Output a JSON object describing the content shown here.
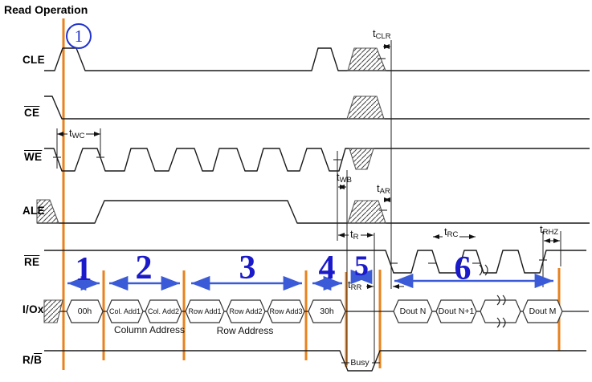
{
  "title": "Read Operation",
  "badge": {
    "label": "1"
  },
  "signals": {
    "cle": {
      "plain": "CLE",
      "over": ""
    },
    "ce": {
      "plain": "",
      "over": "CE"
    },
    "we": {
      "plain": "",
      "over": "WE"
    },
    "ale": {
      "plain": "ALE",
      "over": ""
    },
    "re": {
      "plain": "",
      "over": "RE"
    },
    "iox": {
      "plain": "I/Ox",
      "over": ""
    },
    "rb": {
      "plain": "R/",
      "over": "B"
    }
  },
  "timing": {
    "prefix": "t",
    "twc": {
      "sub": "WC"
    },
    "tclr": {
      "sub": "CLR"
    },
    "twb": {
      "sub": "WB"
    },
    "tar": {
      "sub": "AR"
    },
    "tr": {
      "sub": "R"
    },
    "trr": {
      "sub": "RR"
    },
    "trc": {
      "sub": "RC"
    },
    "trhz": {
      "sub": "RHZ"
    }
  },
  "stages": {
    "s1": "1",
    "s2": "2",
    "s3": "3",
    "s4": "4",
    "s5": "5",
    "s6": "6"
  },
  "bus": {
    "cells": [
      {
        "label": "00h"
      },
      {
        "label": "Col. Add1"
      },
      {
        "label": "Col. Add2"
      },
      {
        "label": "Row Add1"
      },
      {
        "label": "Row Add2"
      },
      {
        "label": "Row Add3"
      },
      {
        "label": "30h"
      },
      {
        "label": "Dout N"
      },
      {
        "label": "Dout N+1"
      },
      {
        "label": "",
        "type": "break"
      },
      {
        "label": "Dout M"
      }
    ],
    "column_address": "Column Address",
    "row_address": "Row Address"
  },
  "rb_busy": "Busy",
  "colors": {
    "marker_orange": "#e8821e",
    "stage_arrow_blue": "#3a5ad8",
    "stage_number_blue": "#1a1acb",
    "badge_blue": "#2233cc",
    "waveform_black": "#1a1a1a"
  }
}
